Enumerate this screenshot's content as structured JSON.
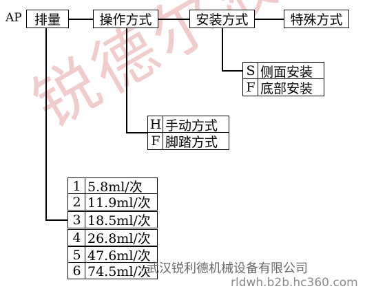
{
  "model_prefix": "AP",
  "header": {
    "displacement": "排量",
    "operation_mode": "操作方式",
    "install_mode": "安装方式",
    "special_mode": "特殊方式"
  },
  "install_options": [
    {
      "code": "S",
      "label": "侧面安装"
    },
    {
      "code": "F",
      "label": "底部安装"
    }
  ],
  "operation_options": [
    {
      "code": "H",
      "label": "手动方式"
    },
    {
      "code": "F",
      "label": "脚踏方式"
    }
  ],
  "displacement_options": [
    {
      "code": "1",
      "value": "5.8ml/次"
    },
    {
      "code": "2",
      "value": "11.9ml/次"
    },
    {
      "code": "3",
      "value": "18.5ml/次"
    },
    {
      "code": "4",
      "value": "26.8ml/次"
    },
    {
      "code": "5",
      "value": "47.6ml/次"
    },
    {
      "code": "6",
      "value": "74.5ml/次"
    }
  ],
  "watermark_text": "锐德尔液压",
  "footer": {
    "company": "武汉锐利德机械设备有限公司",
    "url": "rldwh.b2b.hc360.com"
  },
  "colors": {
    "line": "#000000",
    "watermark": "#e6a3a3",
    "footer": "#6a6a6a"
  }
}
